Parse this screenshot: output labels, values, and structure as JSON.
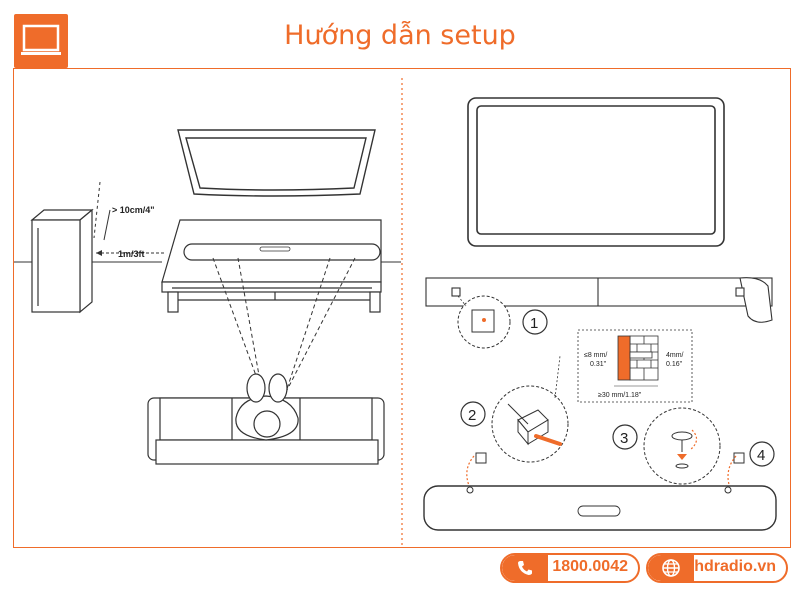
{
  "header": {
    "title": "Hướng dẫn setup",
    "logo_icon": "monitor-icon"
  },
  "left_panel": {
    "clearance_label": "> 10cm/4\"",
    "distance_label": "1m/3ft"
  },
  "right_panel": {
    "steps": [
      "1",
      "2",
      "3",
      "4"
    ],
    "hole_max_label_1": "≤8 mm/",
    "hole_max_label_2": "0.31\"",
    "depth_label_1": "4mm/",
    "depth_label_2": "0.16\"",
    "min_depth_label": "≥30 mm/1.18\""
  },
  "footer": {
    "phone": "1800.0042",
    "phone_icon": "phone-icon",
    "website": "hdradio.vn",
    "website_icon": "globe-icon"
  },
  "colors": {
    "accent": "#ef6c2a",
    "line": "#333333"
  }
}
